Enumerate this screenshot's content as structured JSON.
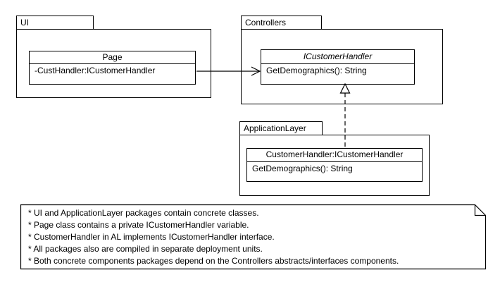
{
  "packages": {
    "ui": {
      "label": "UI",
      "class": {
        "title": "Page",
        "members": [
          "-CustHandler:ICustomerHandler"
        ]
      }
    },
    "controllers": {
      "label": "Controllers",
      "class": {
        "title": "ICustomerHandler",
        "title_style": "italic-interface",
        "members": [
          "GetDemographics(): String"
        ]
      }
    },
    "application_layer": {
      "label": "ApplicationLayer",
      "class": {
        "title": "CustomerHandler:ICustomerHandler",
        "members": [
          "GetDemographics(): String"
        ]
      }
    }
  },
  "relationships": [
    {
      "type": "association",
      "from": "Page",
      "to": "ICustomerHandler",
      "line": "solid",
      "arrowhead": "open"
    },
    {
      "type": "realization",
      "from": "CustomerHandler:ICustomerHandler",
      "to": "ICustomerHandler",
      "line": "dashed",
      "arrowhead": "hollow-triangle"
    }
  ],
  "note": {
    "lines": [
      "* UI and ApplicationLayer packages contain concrete classes.",
      "* Page class contains a private ICustomerHandler variable.",
      "* CustomerHandler in AL implements ICustomerHandler interface.",
      "* All packages also are compiled in separate deployment units.",
      "* Both concrete components packages depend on the Controllers abstracts/interfaces components."
    ]
  },
  "colors": {
    "line": "#000000",
    "fill": "#ffffff",
    "background": "#ffffff"
  }
}
